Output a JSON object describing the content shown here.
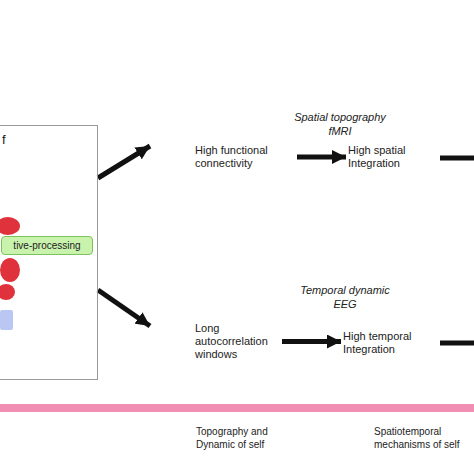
{
  "diagram": {
    "nodes": [
      {
        "text": [
          "f"
        ]
      },
      {
        "text": [
          "tive-processing"
        ],
        "in": 0
      },
      {
        "text": [
          "High functional connectivity"
        ]
      },
      {
        "text": [
          "High spatial Integration"
        ]
      },
      {
        "text": [
          "Long autocorrelation windows"
        ]
      },
      {
        "text": [
          "High temporal Integration"
        ]
      }
    ],
    "edges": [
      {
        "from": 0,
        "to": 2,
        "arrow": "to"
      },
      {
        "from": 0,
        "to": 4,
        "arrow": "to"
      },
      {
        "from": 2,
        "to": 3,
        "arrow": "to"
      },
      {
        "from": 4,
        "to": 5,
        "arrow": "to"
      }
    ],
    "labels": [
      "Spatial topography",
      "fMRI",
      "Temporal dynamic",
      "EEG",
      "Topography and Dynamic of self",
      "Spatiotemporal mechanisms of self"
    ]
  }
}
